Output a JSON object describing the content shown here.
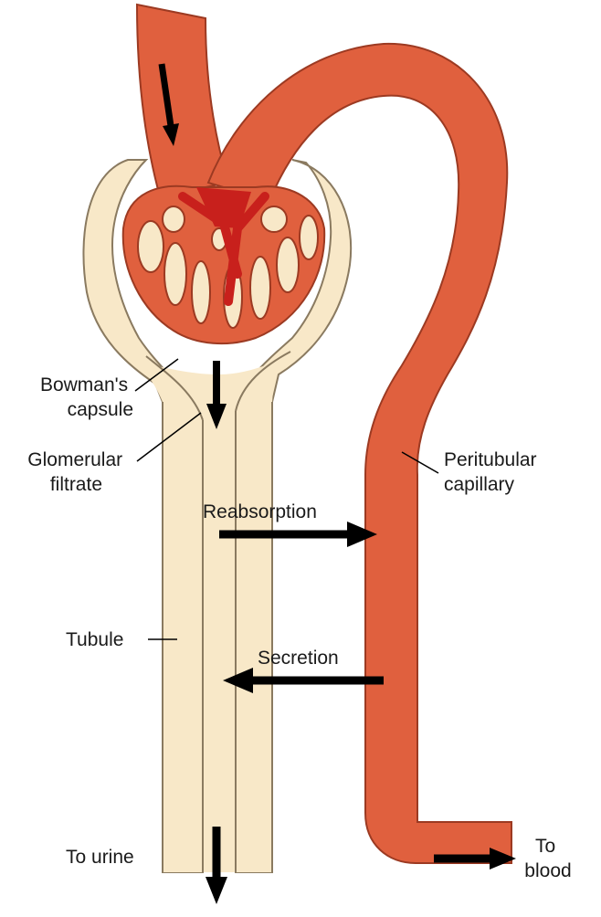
{
  "labels": {
    "bowmans_capsule": [
      "Bowman's",
      "capsule"
    ],
    "glomerular_filtrate": [
      "Glomerular",
      "filtrate"
    ],
    "peritubular_capillary": [
      "Peritubular",
      "capillary"
    ],
    "reabsorption": "Reabsorption",
    "tubule": "Tubule",
    "secretion": "Secretion",
    "to_urine": "To urine",
    "to_blood": [
      "To",
      "blood"
    ]
  },
  "colors": {
    "vessel": "#e0603e",
    "vessel_outline": "#9c3a22",
    "vessel_dark": "#c8201c",
    "tubule": "#f8e8c8",
    "tubule_outline": "#8a7a60",
    "arrow": "#000000"
  }
}
